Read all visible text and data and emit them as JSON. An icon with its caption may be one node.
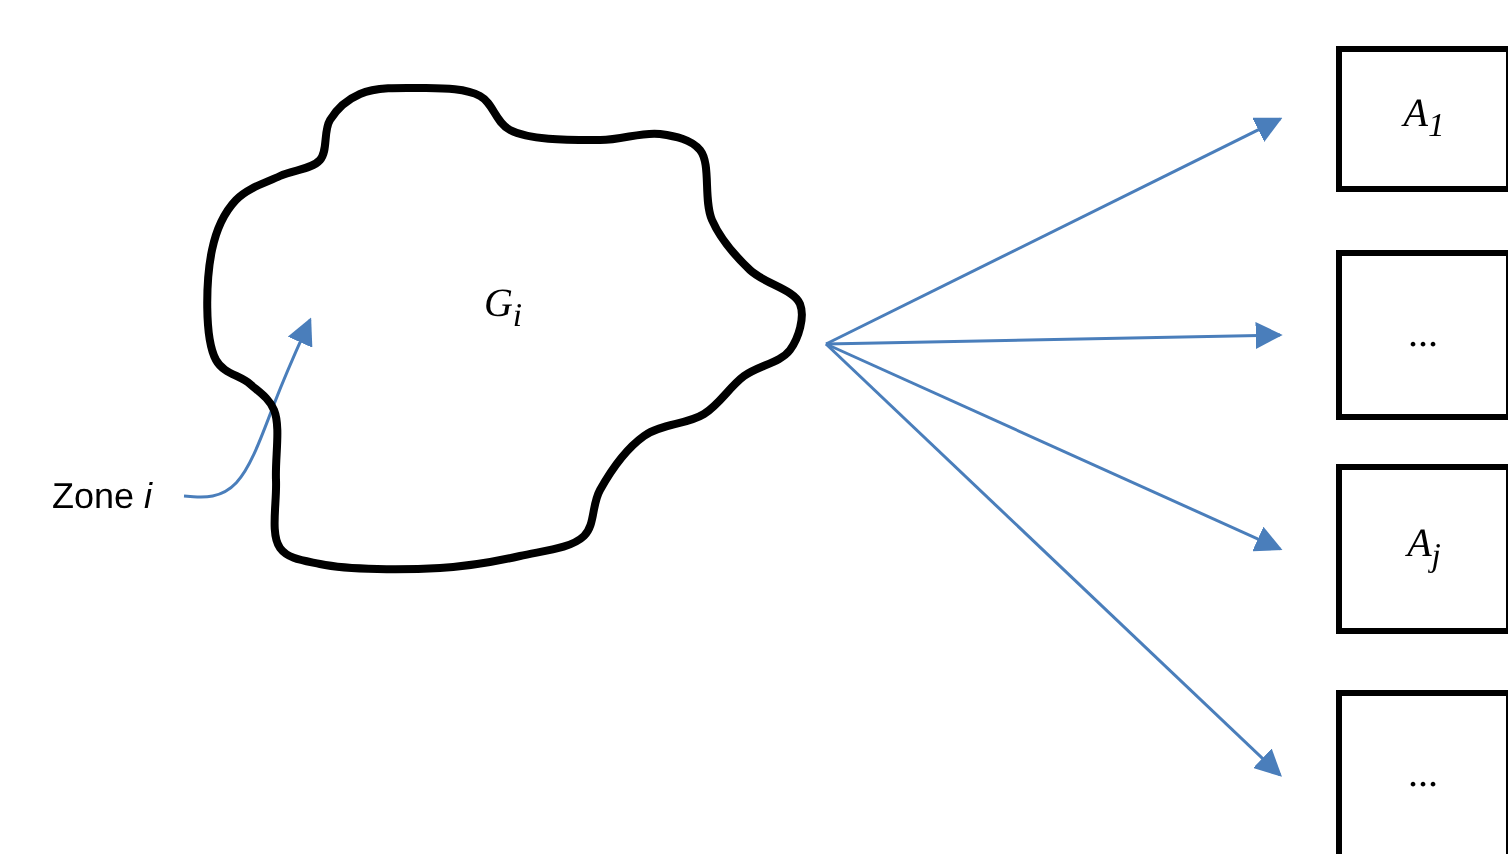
{
  "diagram": {
    "nodes": [
      {
        "text": [
          "G$_{i}$"
        ]
      },
      {
        "text": [
          "A$_{1}$"
        ]
      },
      {
        "text": [
          "..."
        ]
      },
      {
        "text": [
          "A$_{j}$"
        ]
      },
      {
        "text": [
          "..."
        ]
      },
      {
        "text": [
          "Zone *i*"
        ]
      }
    ],
    "edges": [
      {
        "from": 0,
        "to": 1,
        "arrow": "to"
      },
      {
        "from": 0,
        "to": 2,
        "arrow": "to"
      },
      {
        "from": 0,
        "to": 3,
        "arrow": "to"
      },
      {
        "from": 0,
        "to": 4,
        "arrow": "to"
      },
      {
        "from": 5,
        "to": 0,
        "arrow": "to"
      }
    ]
  }
}
